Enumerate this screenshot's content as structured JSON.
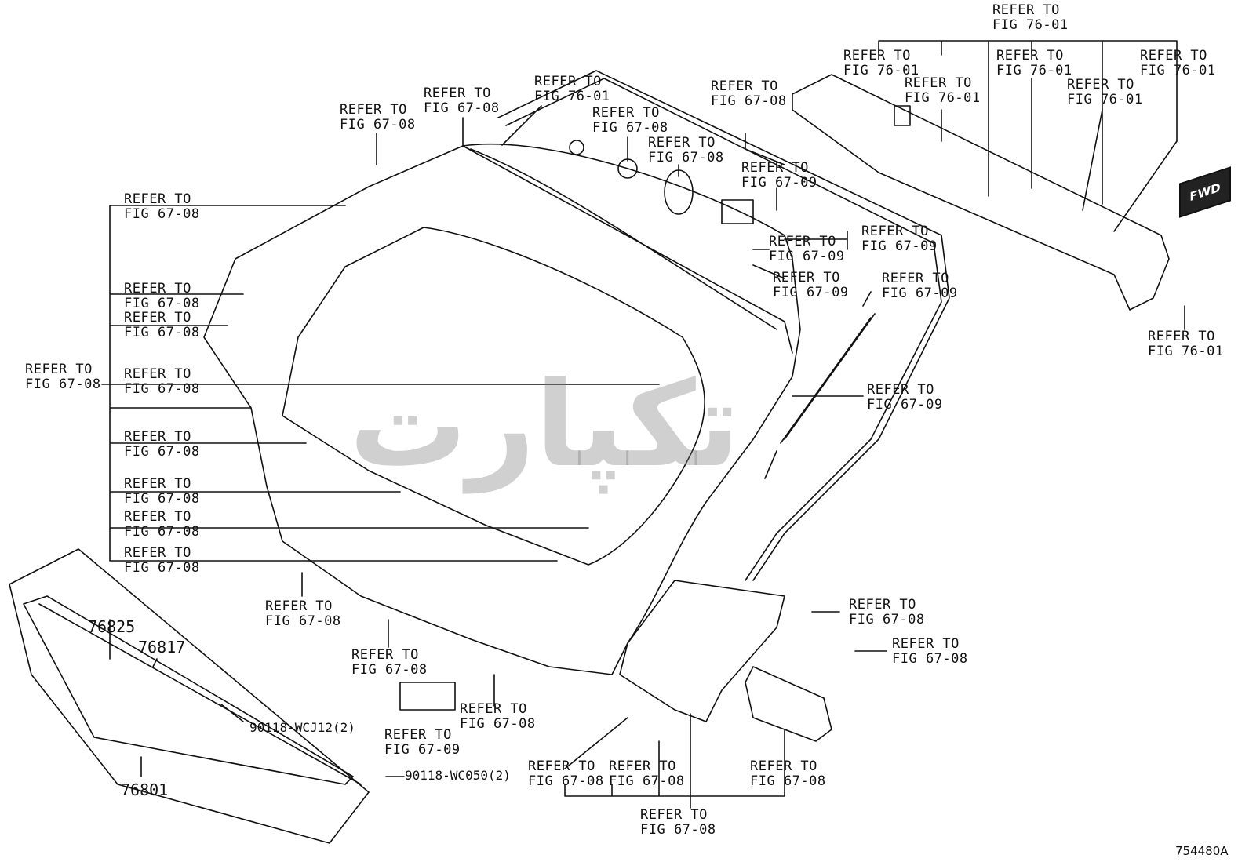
{
  "figure_id": "754480A",
  "watermark": "تکپارت",
  "fwd_label": "FWD",
  "refer_67_08": "REFER TO\nFIG 67-08",
  "refer_67_09": "REFER TO\nFIG 67-09",
  "refer_76_01": "REFER TO\nFIG 76-01",
  "parts": {
    "p76801": "76801",
    "p76825": "76825",
    "p76817": "76817",
    "wcj12": "90118-WCJ12(2)",
    "wc050": "90118-WC050(2)"
  }
}
